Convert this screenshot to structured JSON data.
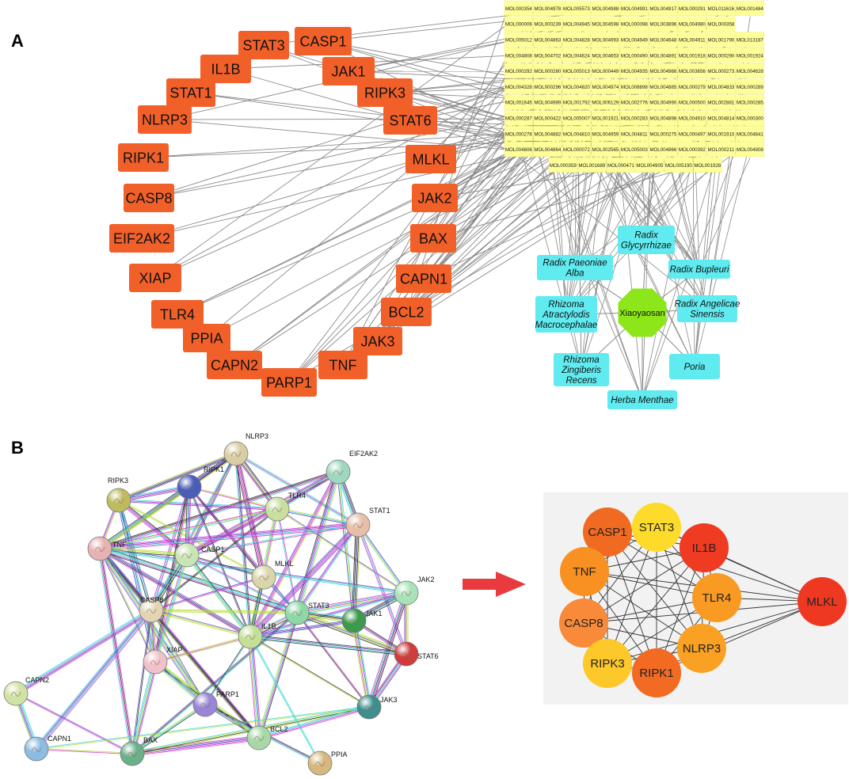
{
  "panel_labels": {
    "a": "A",
    "b": "B"
  },
  "network_a": {
    "genes": [
      "CASP1",
      "JAK1",
      "RIPK3",
      "STAT6",
      "MLKL",
      "JAK2",
      "BAX",
      "CAPN1",
      "BCL2",
      "JAK3",
      "TNF",
      "PARP1",
      "CAPN2",
      "PPIA",
      "TLR4",
      "XIAP",
      "EIF2AK2",
      "CASP8",
      "RIPK1",
      "NLRP3",
      "STAT1",
      "IL1B",
      "STAT3"
    ],
    "molecules": [
      [
        "MOL000354",
        "MOL004978",
        "MOL005573",
        "MOL004988",
        "MOL004991",
        "MOL004917",
        "MOL000291",
        "MOL011616",
        "MOL001484"
      ],
      [
        "MOL000006",
        "MOL000239",
        "MOL004945",
        "MOL004598",
        "MOL000098",
        "MOL003896",
        "MOL004980",
        "MOL000358"
      ],
      [
        "MOL005012",
        "MOL004863",
        "MOL004828",
        "MOL004993",
        "MOL004949",
        "MOL004648",
        "MOL004911",
        "MOL001790",
        "MOL013187"
      ],
      [
        "MOL004808",
        "MOL004702",
        "MOL004624",
        "MOL004653",
        "MOL000490",
        "MOL004891",
        "MOL001918",
        "MOL000290",
        "MOL001924"
      ],
      [
        "MOL000292",
        "MOL000280",
        "MOL005013",
        "MOL000449",
        "MOL004935",
        "MOL004966",
        "MOL003656",
        "MOL000273",
        "MOL004628"
      ],
      [
        "MOL004328",
        "MOL000296",
        "MOL004820",
        "MOL004974",
        "MOL008698",
        "MOL004885",
        "MOL000279",
        "MOL004833",
        "MOL000289"
      ],
      [
        "MOL001645",
        "MOL004989",
        "MOL001792",
        "MOL006129",
        "MOL002776",
        "MOL004990",
        "MOL000500",
        "MOL002881",
        "MOL000285"
      ],
      [
        "MOL000287",
        "MOL000422",
        "MOL005007",
        "MOL001921",
        "MOL000283",
        "MOL004898",
        "MOL004910",
        "MOL004814",
        "MOL000300"
      ],
      [
        "MOL000276",
        "MOL004882",
        "MOL004810",
        "MOL004959",
        "MOL004811",
        "MOL000275",
        "MOL000497",
        "MOL001910",
        "MOL004841"
      ],
      [
        "MOL004806",
        "MOL004864",
        "MOL000072",
        "MOL002565",
        "MOL005003",
        "MOL004866",
        "MOL000392",
        "MOL000211",
        "MOL004908"
      ],
      [
        "MOL000359",
        "MOL001689",
        "MOL000471",
        "MOL004905",
        "MOL005190",
        "MOL001928"
      ]
    ],
    "herbs": [
      {
        "key": "gly",
        "lines": [
          "Radix",
          "Glycyrrhizae"
        ]
      },
      {
        "key": "bup",
        "lines": [
          "Radix Bupleuri"
        ]
      },
      {
        "key": "ang",
        "lines": [
          "Radix Angelicae",
          "Sinensis"
        ]
      },
      {
        "key": "por",
        "lines": [
          "Poria"
        ]
      },
      {
        "key": "men",
        "lines": [
          "Herba Menthae"
        ]
      },
      {
        "key": "zin",
        "lines": [
          "Rhizoma",
          "Zingiberis",
          "Recens"
        ]
      },
      {
        "key": "atr",
        "lines": [
          "Rhizoma",
          "Atractylodis",
          "Macrocephalae"
        ]
      },
      {
        "key": "pae",
        "lines": [
          "Radix Paeoniae",
          "Alba"
        ]
      }
    ],
    "formula": "Xiaoyaosan",
    "colors": {
      "gene": "#F2602A",
      "molecule": "#FFFF99",
      "herb": "#5FEBF0",
      "formula": "#8CE619",
      "edge": "#8A8A8A"
    }
  },
  "network_b": {
    "nodes": [
      {
        "name": "NLRP3",
        "color": "#D9CDA3"
      },
      {
        "name": "EIF2AK2",
        "color": "#9ED8C0"
      },
      {
        "name": "RIPK3",
        "color": "#BDBB5E"
      },
      {
        "name": "RIPK1",
        "color": "#4A5EB8"
      },
      {
        "name": "TLR4",
        "color": "#C8DFA0"
      },
      {
        "name": "STAT1",
        "color": "#E7BFA8"
      },
      {
        "name": "TNF",
        "color": "#E7B2B2"
      },
      {
        "name": "CASP1",
        "color": "#C9E4B5"
      },
      {
        "name": "MLKL",
        "color": "#D8D6AA"
      },
      {
        "name": "JAK2",
        "color": "#A9E2B9"
      },
      {
        "name": "CASP8",
        "color": "#E3D5B4"
      },
      {
        "name": "STAT3",
        "color": "#8ED8A6"
      },
      {
        "name": "JAK1",
        "color": "#3C9A4E"
      },
      {
        "name": "IL1B",
        "color": "#C4E096"
      },
      {
        "name": "STAT6",
        "color": "#D03B3B"
      },
      {
        "name": "XIAP",
        "color": "#EFC1CA"
      },
      {
        "name": "CAPN2",
        "color": "#D1E3A4"
      },
      {
        "name": "PARP1",
        "color": "#9A86D6"
      },
      {
        "name": "JAK3",
        "color": "#3E8E8E"
      },
      {
        "name": "CAPN1",
        "color": "#8CBCE0"
      },
      {
        "name": "BCL2",
        "color": "#A9D8A6"
      },
      {
        "name": "BAX",
        "color": "#6BB08B"
      },
      {
        "name": "PPIA",
        "color": "#D6B77E"
      }
    ],
    "edge_colors": [
      "#333333",
      "#D63DD6",
      "#3FD6D6",
      "#B7E03D",
      "#6A4FC7"
    ]
  },
  "hub_network": {
    "nodes": [
      {
        "name": "CASP1",
        "color": "#F06A22"
      },
      {
        "name": "STAT3",
        "color": "#FEDB2A"
      },
      {
        "name": "IL1B",
        "color": "#EF3B22"
      },
      {
        "name": "TNF",
        "color": "#F99022"
      },
      {
        "name": "TLR4",
        "color": "#F99A22"
      },
      {
        "name": "MLKL",
        "color": "#EF3822"
      },
      {
        "name": "CASP8",
        "color": "#F88A3A"
      },
      {
        "name": "NLRP3",
        "color": "#FAA022"
      },
      {
        "name": "RIPK3",
        "color": "#FEC72A"
      },
      {
        "name": "RIPK1",
        "color": "#F36A22"
      }
    ],
    "panel_color": "#F2F2F2",
    "arrow_color": "#E83A3F"
  }
}
